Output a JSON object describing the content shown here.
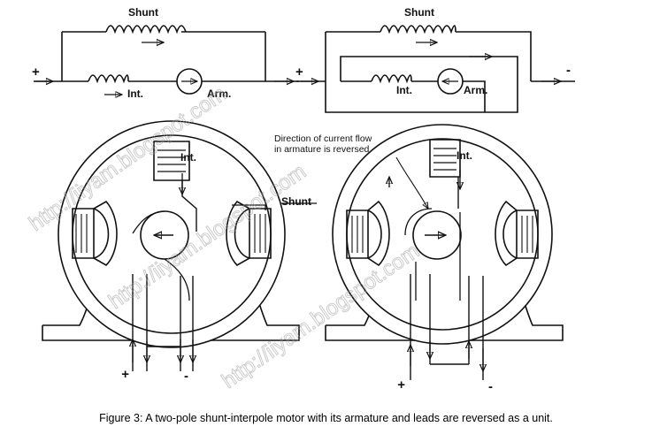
{
  "top_left": {
    "shunt_label": "Shunt",
    "plus_label": "+",
    "interpole_label": "Int.",
    "armature_label": "Arm."
  },
  "top_right": {
    "shunt_label": "Shunt",
    "plus_label": "+",
    "minus_label": "-",
    "interpole_label": "Int.",
    "armature_label": "Arm."
  },
  "bottom_left": {
    "interpole_label": "Int.",
    "shunt_label": "Shunt",
    "plus_label": "+",
    "minus_label": "-"
  },
  "bottom_right": {
    "interpole_label": "Int.",
    "note_line1": "Direction of current flow",
    "note_line2": "in armature is reversed",
    "plus_label": "+",
    "minus_label": "-"
  },
  "watermark": "http://iiyam.blogspot.com",
  "caption": "Figure 3: A two-pole shunt-interpole motor with its armature and leads are reversed as a unit."
}
